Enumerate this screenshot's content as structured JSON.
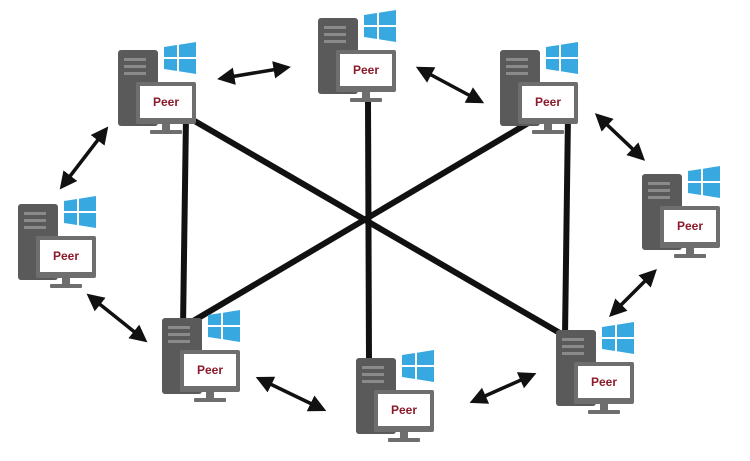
{
  "diagram": {
    "peer_label": "Peer",
    "colors": {
      "background": "#ffffff",
      "tower": "#5a5a5a",
      "tower_light": "#8a8a8a",
      "monitor_frame": "#6e6e6e",
      "monitor_screen": "#ffffff",
      "label": "#8b1a2b",
      "windows_logo": "#38a9e0",
      "link": "#111111"
    },
    "peers": [
      {
        "id": "p1"
      },
      {
        "id": "p2"
      },
      {
        "id": "p3"
      },
      {
        "id": "p4"
      },
      {
        "id": "p5"
      },
      {
        "id": "p6"
      },
      {
        "id": "p7"
      },
      {
        "id": "p8"
      }
    ],
    "direct_links": [
      {
        "from": "p1",
        "to": "p5"
      },
      {
        "from": "p3",
        "to": "p7"
      },
      {
        "from": "p1",
        "to": "p7"
      },
      {
        "from": "p3",
        "to": "p5"
      },
      {
        "from": "p2",
        "to": "p6"
      }
    ],
    "neighbor_links": [
      {
        "from": "p1",
        "to": "p2"
      },
      {
        "from": "p2",
        "to": "p3"
      },
      {
        "from": "p3",
        "to": "p8"
      },
      {
        "from": "p8",
        "to": "p7"
      },
      {
        "from": "p7",
        "to": "p6"
      },
      {
        "from": "p6",
        "to": "p5"
      },
      {
        "from": "p5",
        "to": "p4"
      },
      {
        "from": "p4",
        "to": "p1"
      }
    ]
  }
}
